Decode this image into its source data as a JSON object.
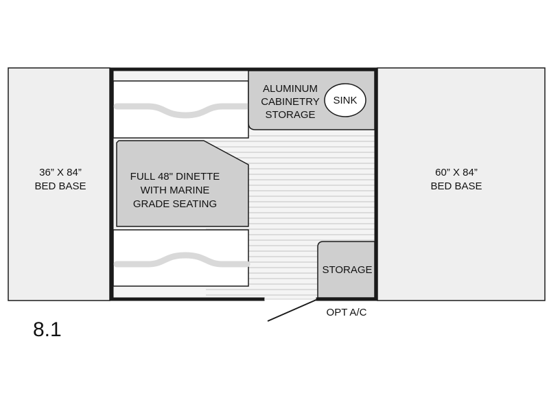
{
  "model_number": "8.1",
  "left_bed": {
    "line1": "36” X 84”",
    "line2": "BED BASE"
  },
  "right_bed": {
    "line1": "60” X 84”",
    "line2": "BED BASE"
  },
  "cabinetry": {
    "line1": "ALUMINUM",
    "line2": "CABINETRY",
    "line3": "STORAGE"
  },
  "sink": "SINK",
  "dinette": {
    "line1": "FULL 48\" DINETTE",
    "line2": "WITH  MARINE",
    "line3": "GRADE  SEATING"
  },
  "storage": "STORAGE",
  "opt_ac": "OPT A/C",
  "colors": {
    "outline": "#1a1a1a",
    "fixture_fill": "#cfcfcf",
    "bed_fill": "#efefef",
    "floor_line": "#bdbdbd",
    "cushion_swoosh": "#d9d9d9"
  }
}
